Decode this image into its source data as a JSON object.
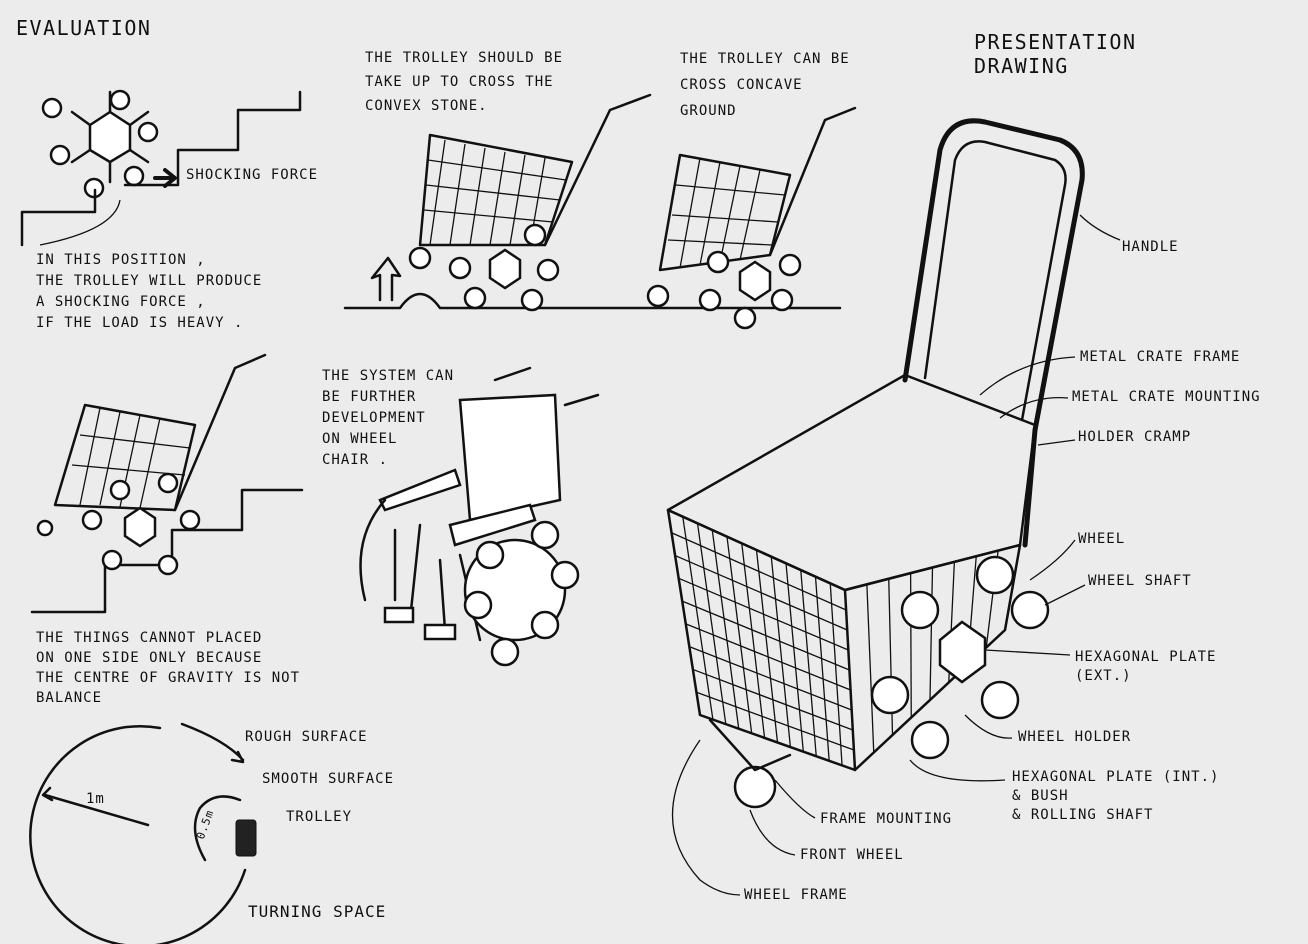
{
  "evaluation": {
    "title": "EVALUATION",
    "shock_label": "SHOCKING FORCE",
    "shock_note": "IN THIS POSITION ,\nTHE TROLLEY WILL PRODUCE\nA SHOCKING FORCE ,\nIF THE LOAD IS HEAVY .",
    "convex_note": "THE TROLLEY SHOULD BE\nTAKE UP TO CROSS THE\nCONVEX STONE.",
    "concave_note": "THE TROLLEY CAN BE\nCROSS CONCAVE\nGROUND",
    "wheelchair_note": "THE SYSTEM CAN\nBE FURTHER\nDEVELOPMENT\nON WHEEL\nCHAIR .",
    "balance_note": "THE THINGS CANNOT PLACED\nON ONE SIDE ONLY BECAUSE\nTHE CENTRE OF GRAVITY IS NOT\nBALANCE"
  },
  "turning": {
    "rough": "ROUGH SURFACE",
    "smooth": "SMOOTH SURFACE",
    "trolley": "TROLLEY",
    "radius_large": "1m",
    "radius_small": "0.5m",
    "title": "TURNING SPACE"
  },
  "presentation": {
    "title": "PRESENTATION\nDRAWING",
    "labels": {
      "handle": "HANDLE",
      "crate_frame": "METAL CRATE FRAME",
      "crate_mounting": "METAL CRATE MOUNTING",
      "holder_cramp": "HOLDER CRAMP",
      "wheel": "WHEEL",
      "wheel_shaft": "WHEEL SHAFT",
      "hex_ext": "HEXAGONAL PLATE\n(EXT.)",
      "wheel_holder": "WHEEL HOLDER",
      "hex_int": "HEXAGONAL PLATE (INT.)\n& BUSH\n& ROLLING SHAFT",
      "frame_mounting": "FRAME MOUNTING",
      "front_wheel": "FRONT WHEEL",
      "wheel_frame": "WHEEL FRAME"
    }
  }
}
